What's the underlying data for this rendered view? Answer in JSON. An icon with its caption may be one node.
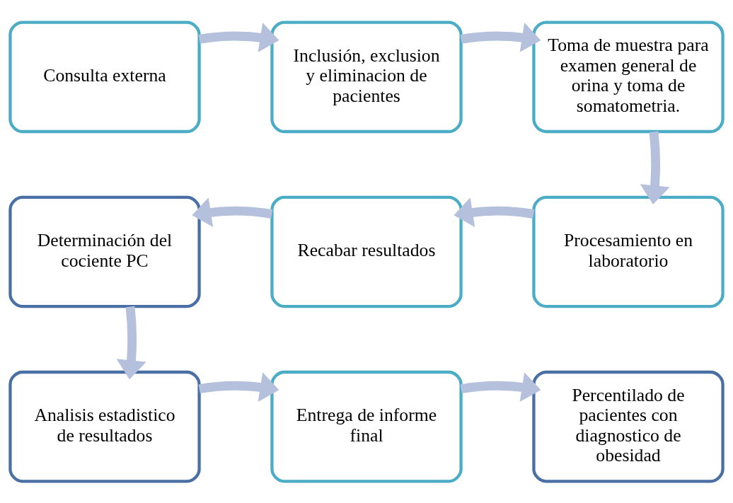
{
  "diagram": {
    "nodes": [
      {
        "text": [
          "Consulta externa"
        ]
      },
      {
        "text": [
          "Inclusión, exclusion y eliminacion de pacientes"
        ]
      },
      {
        "text": [
          "Toma de muestra para examen general de orina y toma de somatometria."
        ]
      },
      {
        "text": [
          "Determinación del cociente PC"
        ]
      },
      {
        "text": [
          "Recabar resultados"
        ]
      },
      {
        "text": [
          "Procesamiento en laboratorio"
        ]
      },
      {
        "text": [
          "Analisis estadistico de resultados"
        ]
      },
      {
        "text": [
          "Entrega de informe final"
        ]
      },
      {
        "text": [
          "Percentilado de pacientes con diagnostico de obesidad"
        ]
      }
    ],
    "edges": [
      {
        "from": 0,
        "to": 1,
        "arrow": "to"
      },
      {
        "from": 1,
        "to": 2,
        "arrow": "to"
      },
      {
        "from": 2,
        "to": 5,
        "arrow": "to"
      },
      {
        "from": 5,
        "to": 4,
        "arrow": "to"
      },
      {
        "from": 4,
        "to": 3,
        "arrow": "to"
      },
      {
        "from": 3,
        "to": 6,
        "arrow": "to"
      },
      {
        "from": 6,
        "to": 7,
        "arrow": "to"
      },
      {
        "from": 7,
        "to": 8,
        "arrow": "to"
      }
    ]
  }
}
